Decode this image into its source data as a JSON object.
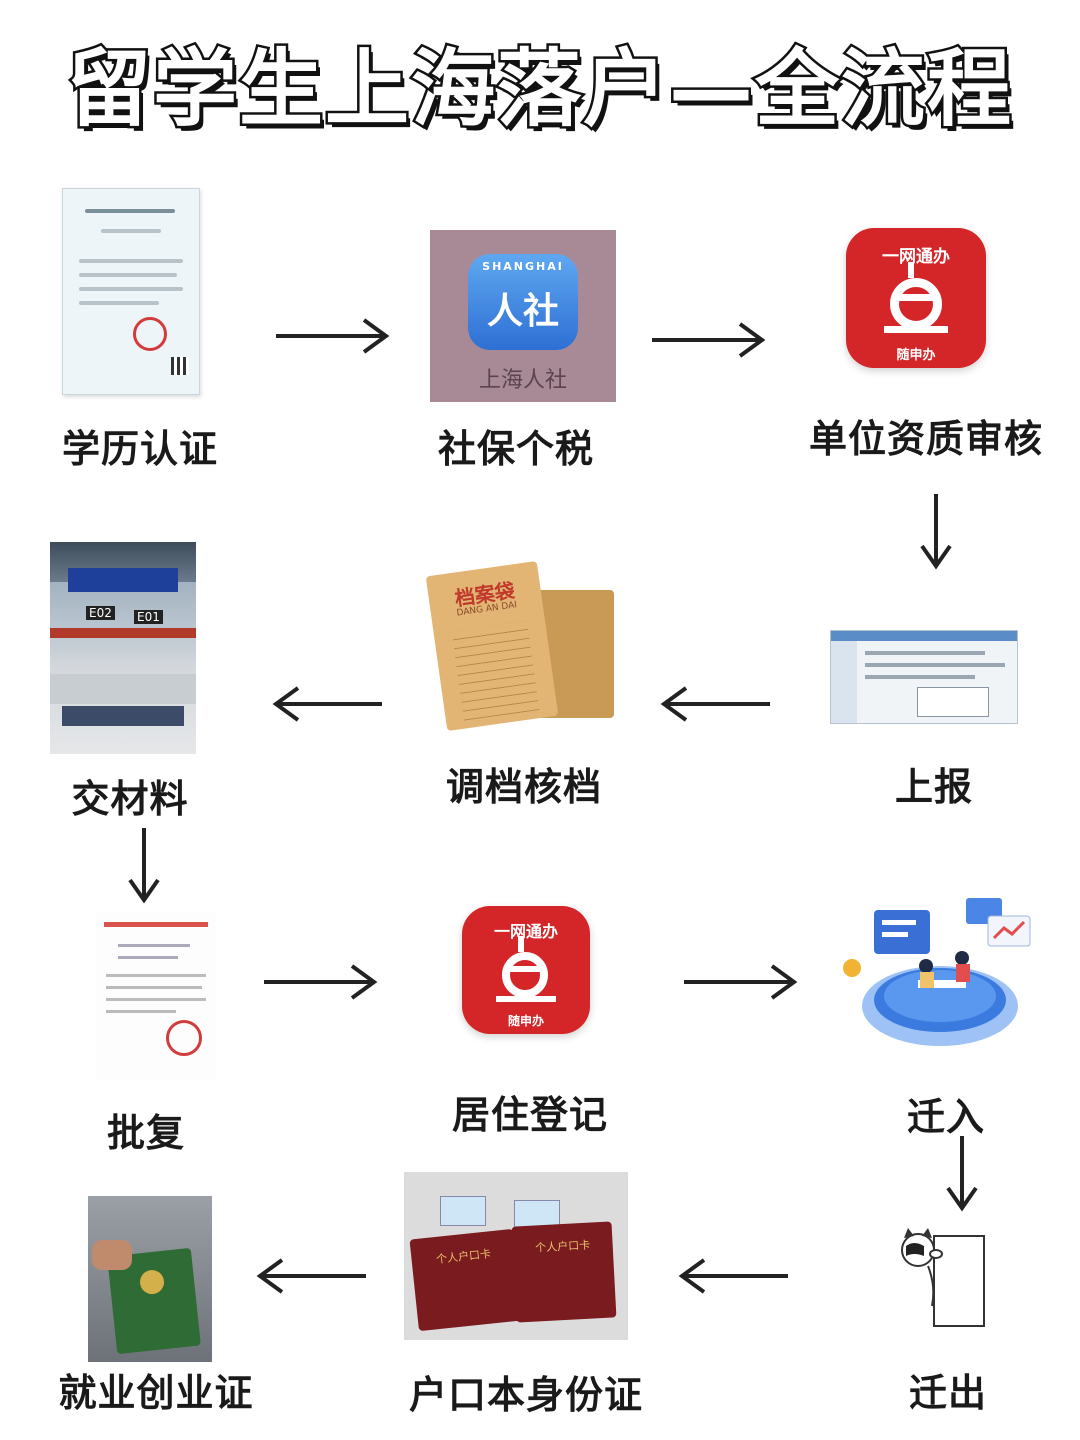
{
  "title": "留学生上海落户—全流程",
  "steps": {
    "s1": {
      "label": "学历认证"
    },
    "s2": {
      "label": "社保个税",
      "icon_top": "SHANGHAI",
      "icon_main": "人社",
      "icon_bottom": "上海人社"
    },
    "s3": {
      "label": "单位资质审核",
      "icon_top": "一网通办",
      "icon_bottom": "随申办"
    },
    "s4": {
      "label": "上报"
    },
    "s5": {
      "label": "调档核档",
      "envelope_title": "档案袋",
      "envelope_sub": "DANG AN DAI"
    },
    "s6": {
      "label": "交材料",
      "counter_a": "E02",
      "counter_b": "E01"
    },
    "s7": {
      "label": "批复"
    },
    "s8": {
      "label": "居住登记",
      "icon_top": "一网通办",
      "icon_bottom": "随申办"
    },
    "s9": {
      "label": "迁入"
    },
    "s10": {
      "label": "迁出"
    },
    "s11": {
      "label": "户口本身份证",
      "book_title": "个人户口卡"
    },
    "s12": {
      "label": "就业创业证"
    }
  },
  "colors": {
    "app_red": "#d42528",
    "arrow": "#222222"
  }
}
